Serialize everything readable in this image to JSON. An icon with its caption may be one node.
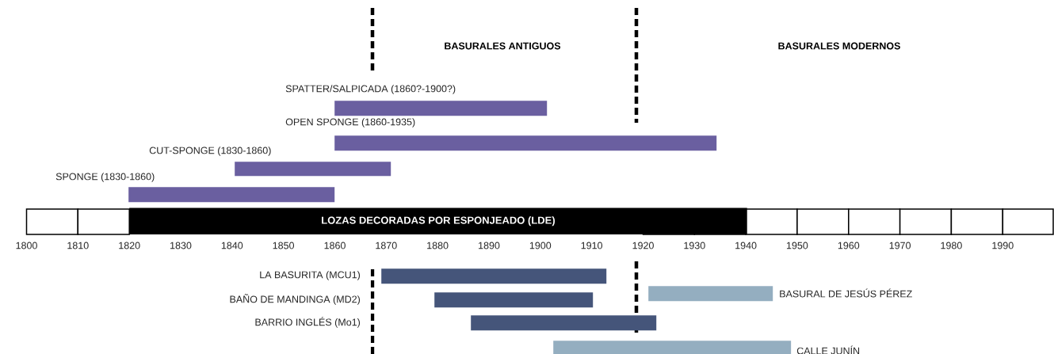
{
  "diagram": {
    "nodes": [
      {
        "text": [],
        "shape": "bar",
        "beside": [
          "SPATTER/SALPICADA (1860?-1900?)"
        ]
      },
      {
        "text": [],
        "shape": "bar",
        "beside": [
          "OPEN SPONGE (1860-1935)"
        ]
      },
      {
        "text": [],
        "shape": "bar",
        "beside": [
          "CUT-SPONGE (1830-1860)"
        ]
      },
      {
        "text": [],
        "shape": "bar",
        "beside": [
          "SPONGE (1830-1860)"
        ]
      },
      {
        "text": [
          "LOZAS DECORADAS POR ESPONJEADO (LDE)"
        ]
      },
      {
        "text": [],
        "shape": "bar",
        "beside": [
          "LA BASURITA (MCU1)"
        ]
      },
      {
        "text": [],
        "shape": "bar",
        "beside": [
          "BASURAL DE JESÚS PÉREZ"
        ]
      },
      {
        "text": [],
        "shape": "bar"
      },
      {
        "text": [],
        "shape": "bar"
      },
      {
        "text": [],
        "shape": "bar",
        "beside": [
          "CALLE JUNÍN"
        ]
      }
    ],
    "labels": [
      "BASURALES ANTIGUOS",
      "BASURALES MODERNOS",
      "1800",
      "1810",
      "1820",
      "1830",
      "1840",
      "1850",
      "1860",
      "1870",
      "1880",
      "1890",
      "1900",
      "1910",
      "1920",
      "1930",
      "1940",
      "1950",
      "1960",
      "1970",
      "1980",
      "1990",
      "BAÑO DE MANDINGA (MD2)",
      "BARRIO INGLÉS (Mo1)"
    ]
  }
}
